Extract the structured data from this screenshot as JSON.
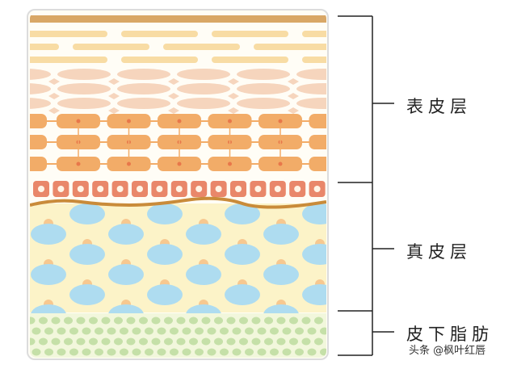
{
  "labels": {
    "epidermis": "表皮层",
    "dermis": "真皮层",
    "subcutaneous": "皮下脂肪"
  },
  "watermark": "头条 @枫叶红唇",
  "colors": {
    "top_band": "#d9a766",
    "pale_cells": "#f8dca4",
    "pink_cells": "#f6d5bd",
    "orange_cells": "#f2ac68",
    "red_cells": "#e9876a",
    "wavy_line": "#c98b3a",
    "dermis_bg": "#fcf3c8",
    "dermis_blue": "#aedcf0",
    "dermis_dots": "#f7c890",
    "fat_bg": "#f2f7dc",
    "fat_dots": "#c5e0a8",
    "bracket": "#222222"
  }
}
